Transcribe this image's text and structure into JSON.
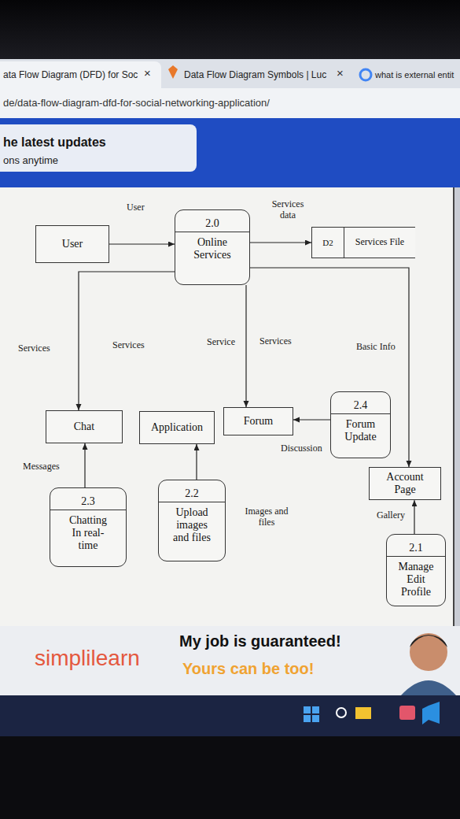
{
  "diagram": {
    "nodes": [
      {
        "text": [
          "User"
        ]
      },
      {
        "text": [
          "2.0",
          "Online Services"
        ]
      },
      {
        "text": [
          "D2",
          "Services File"
        ]
      },
      {
        "text": [
          "Chat"
        ]
      },
      {
        "text": [
          "Application"
        ]
      },
      {
        "text": [
          "Forum"
        ]
      },
      {
        "text": [
          "2.4",
          "Forum Update"
        ]
      },
      {
        "text": [
          "Account Page"
        ]
      },
      {
        "text": [
          "2.3",
          "Chatting In real-time"
        ]
      },
      {
        "text": [
          "2.2",
          "Upload images and files"
        ]
      },
      {
        "text": [
          "2.1",
          "Manage Edit Profile"
        ]
      }
    ],
    "edges": [
      {
        "from": 0,
        "to": 1,
        "arrow": "to",
        "label": "User"
      },
      {
        "from": 1,
        "to": 2,
        "arrow": "to",
        "label": "Services data"
      },
      {
        "from": 1,
        "to": 3,
        "arrow": "to",
        "label": "Services"
      },
      {
        "from": 1,
        "to": 5,
        "arrow": "to",
        "label": "Service"
      },
      {
        "from": 1,
        "to": 7,
        "arrow": "to",
        "label": "Basic Info"
      },
      {
        "from": 6,
        "to": 5,
        "arrow": "to",
        "label": "Discussion"
      },
      {
        "from": 8,
        "to": 3,
        "arrow": "to",
        "label": "Messages"
      },
      {
        "from": 9,
        "to": 4,
        "arrow": "to",
        "label": "Images and files"
      },
      {
        "from": 10,
        "to": 7,
        "arrow": "to",
        "label": "Gallery"
      }
    ],
    "labels": [
      "ata Flow Diagram (DFD) for Soc",
      "×",
      "Data Flow Diagram Symbols | Luc",
      "×",
      "what is external entit",
      "de/data-flow-diagram-dfd-for-social-networking-application/",
      "he latest updates",
      "ons anytime",
      "Services",
      "Services",
      "simplilearn",
      "My job is guaranteed!",
      "Yours can be too!"
    ]
  }
}
